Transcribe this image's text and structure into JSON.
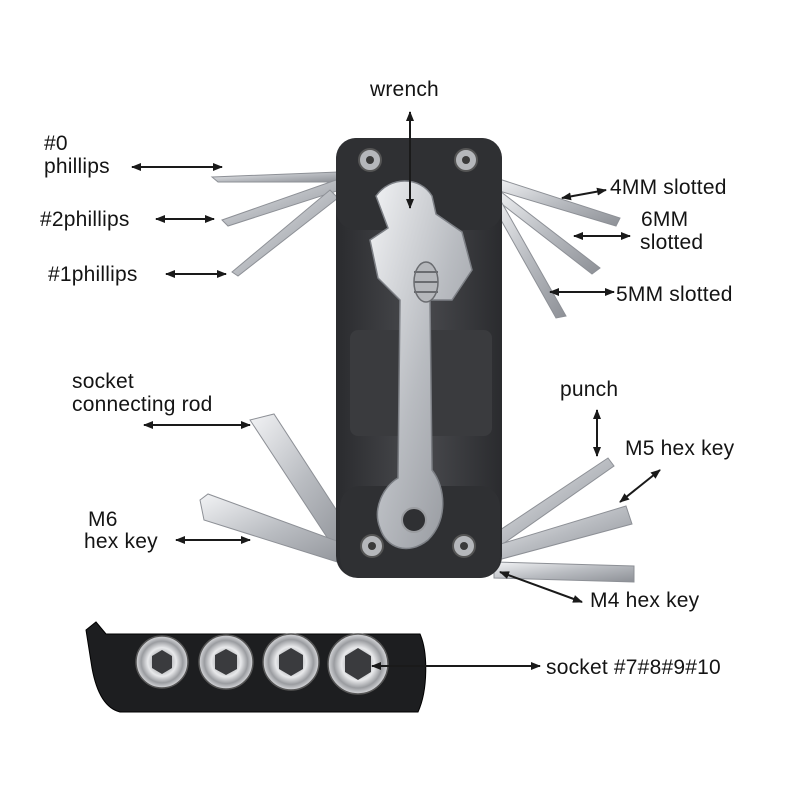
{
  "labels": {
    "wrench": "wrench",
    "phillips0_a": "#0",
    "phillips0_b": "phillips",
    "phillips2": "#2phillips",
    "phillips1": "#1phillips",
    "slotted4": "4MM  slotted",
    "slotted6_a": "6MM",
    "slotted6_b": "slotted",
    "slotted5": "5MM  slotted",
    "rod_a": "socket",
    "rod_b": "connecting rod",
    "punch": "punch",
    "m5": "M5 hex key",
    "m6_a": "M6",
    "m6_b": "hex key",
    "m4": "M4 hex key",
    "sockets": "socket #7#8#9#10"
  },
  "colors": {
    "body": "#3c3d40",
    "body_dark": "#222326",
    "steel": "#c9cbcf",
    "steel_dark": "#8d9096",
    "arrow": "#1a1a1a",
    "text": "#141414"
  }
}
